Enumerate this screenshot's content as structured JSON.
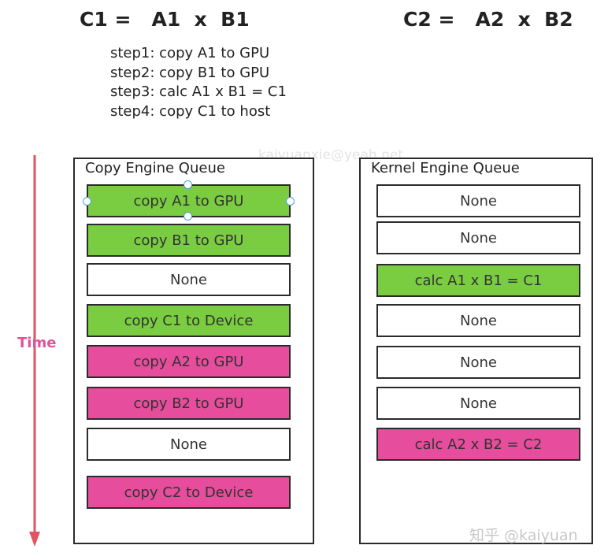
{
  "headings": {
    "left": "C1 =   A1  x  B1",
    "right": "C2 =   A2  x  B2"
  },
  "steps": [
    "step1: copy A1 to GPU",
    "step2: copy B1 to GPU",
    "step3: calc A1 x B1 = C1",
    "step4: copy C1 to host"
  ],
  "watermark": "kaiyuanxie@yeah.net",
  "time_axis": {
    "label": "Time",
    "color": "#e05560"
  },
  "copy_queue": {
    "title": "Copy Engine Queue",
    "tasks": [
      {
        "label": "copy A1 to GPU",
        "color": "green"
      },
      {
        "label": "copy B1 to GPU",
        "color": "green"
      },
      {
        "label": "None",
        "color": "empty"
      },
      {
        "label": "copy C1 to Device",
        "color": "green"
      },
      {
        "label": "copy A2 to GPU",
        "color": "pink"
      },
      {
        "label": "copy B2 to GPU",
        "color": "pink"
      },
      {
        "label": "None",
        "color": "empty"
      },
      {
        "label": "copy C2 to Device",
        "color": "pink"
      }
    ]
  },
  "kernel_queue": {
    "title": "Kernel Engine Queue",
    "tasks": [
      {
        "label": "None",
        "color": "empty"
      },
      {
        "label": "None",
        "color": "empty"
      },
      {
        "label": "calc A1 x B1 = C1",
        "color": "green"
      },
      {
        "label": "None",
        "color": "empty"
      },
      {
        "label": "None",
        "color": "empty"
      },
      {
        "label": "None",
        "color": "empty"
      },
      {
        "label": "calc A2 x B2 = C2",
        "color": "pink"
      }
    ]
  },
  "colors": {
    "green": "#7acc41",
    "pink": "#e64d9c",
    "time_label": "#e0529a",
    "selection_handle": "#4a9fd6"
  },
  "logo": "知乎 @kaiyuan"
}
